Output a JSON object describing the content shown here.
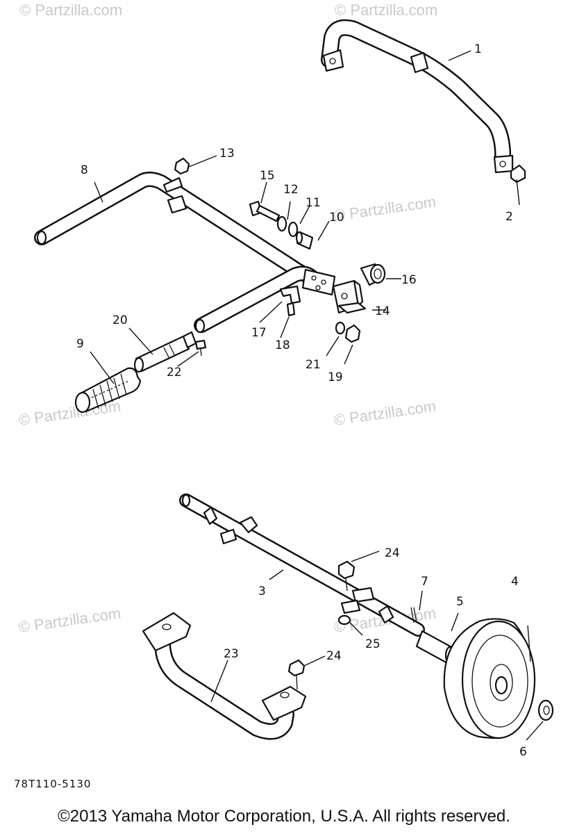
{
  "watermark": "© Partzilla.com",
  "callouts": {
    "p1": "1",
    "p2": "2",
    "p3": "3",
    "p4": "4",
    "p5": "5",
    "p6": "6",
    "p7": "7",
    "p8": "8",
    "p9": "9",
    "p10": "10",
    "p11": "11",
    "p12": "12",
    "p13": "13",
    "p14": "14",
    "p15": "15",
    "p16": "16",
    "p17": "17",
    "p18": "18",
    "p19": "19",
    "p20": "20",
    "p21": "21",
    "p22": "22",
    "p23": "23",
    "p24a": "24",
    "p24b": "24",
    "p25": "25"
  },
  "diagram_code": "78T110-5130",
  "copyright": "©2013 Yamaha Motor Corporation, U.S.A. All rights reserved."
}
